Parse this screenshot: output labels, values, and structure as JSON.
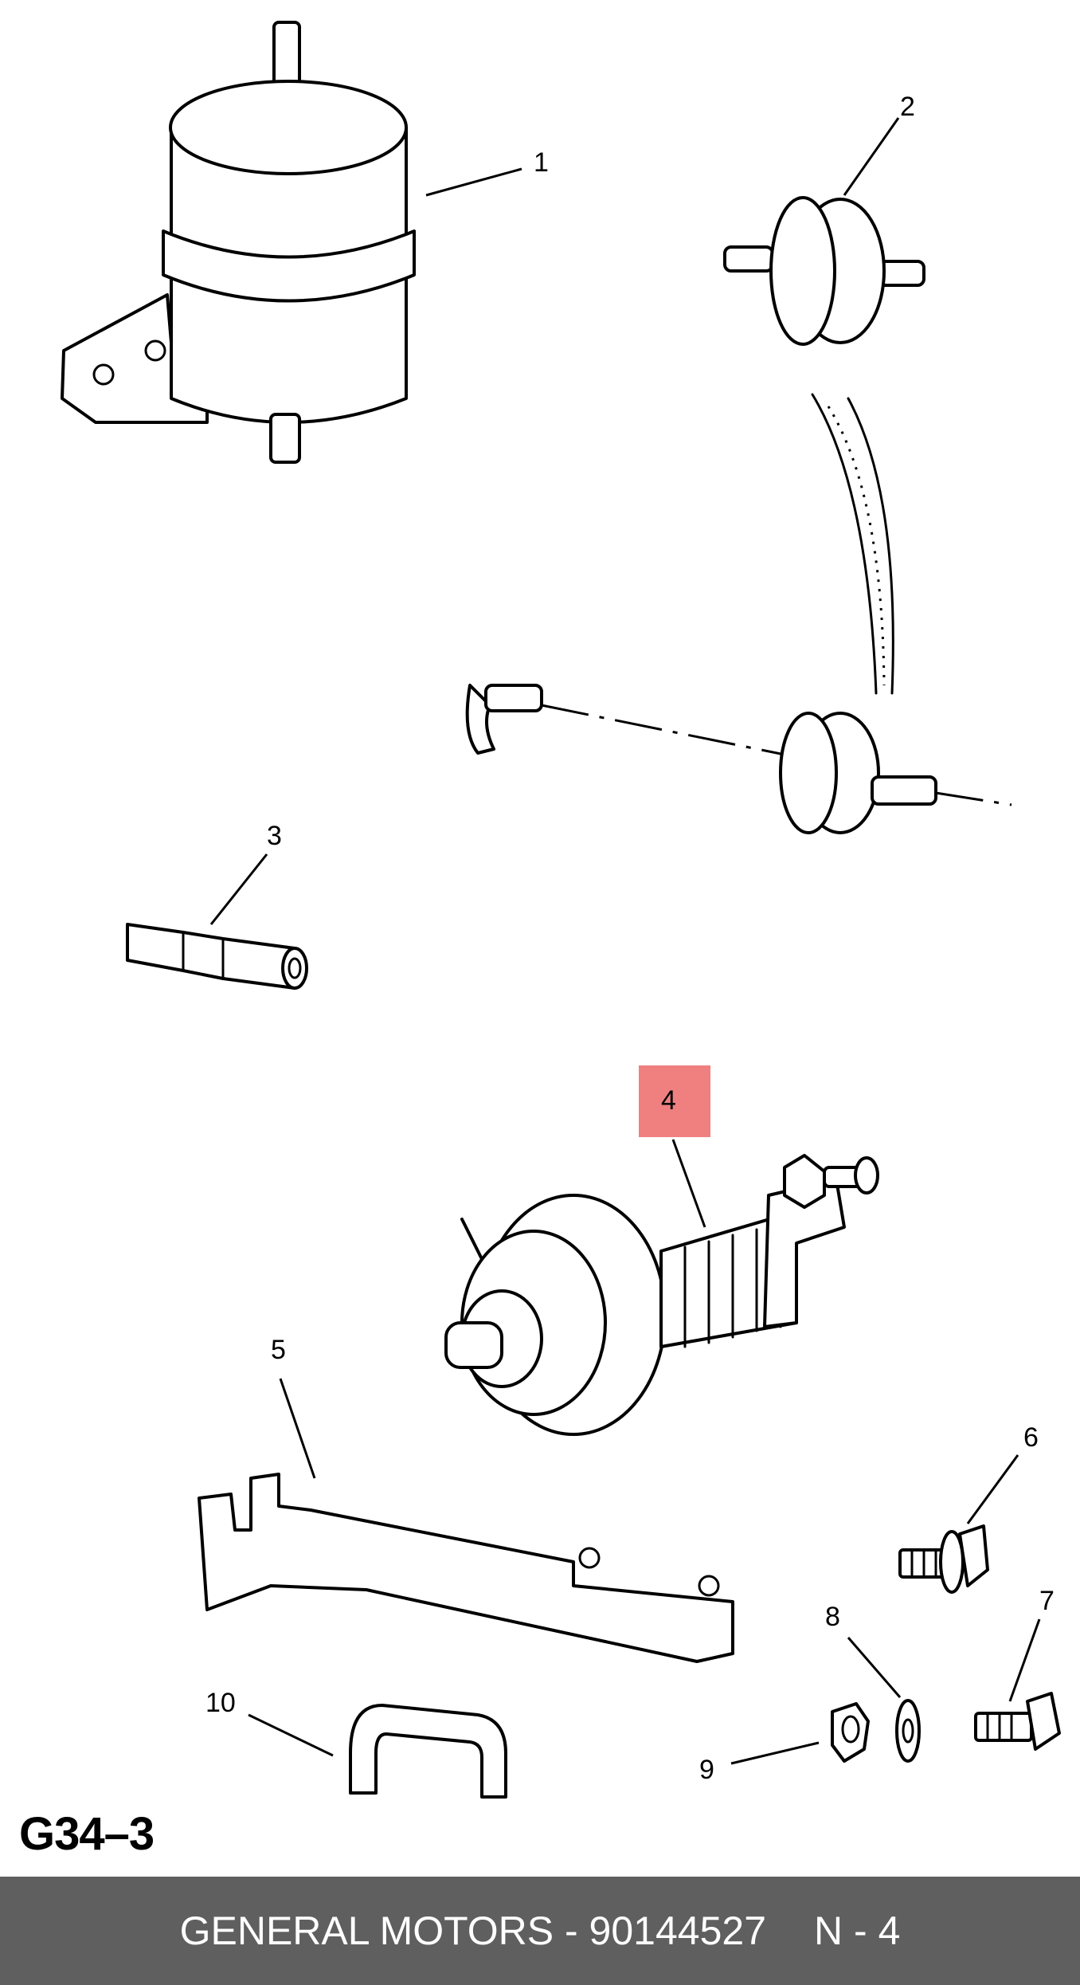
{
  "figure_code": "G34–3",
  "footer": {
    "brand_part": "GENERAL MOTORS - 90144527",
    "position": "N - 4"
  },
  "highlight_color": "#f08080",
  "callouts": [
    {
      "id": "1",
      "label": "1"
    },
    {
      "id": "2",
      "label": "2"
    },
    {
      "id": "3",
      "label": "3"
    },
    {
      "id": "4",
      "label": "4",
      "highlighted": true
    },
    {
      "id": "5",
      "label": "5"
    },
    {
      "id": "6",
      "label": "6"
    },
    {
      "id": "7",
      "label": "7"
    },
    {
      "id": "8",
      "label": "8"
    },
    {
      "id": "9",
      "label": "9"
    },
    {
      "id": "10",
      "label": "10"
    }
  ]
}
